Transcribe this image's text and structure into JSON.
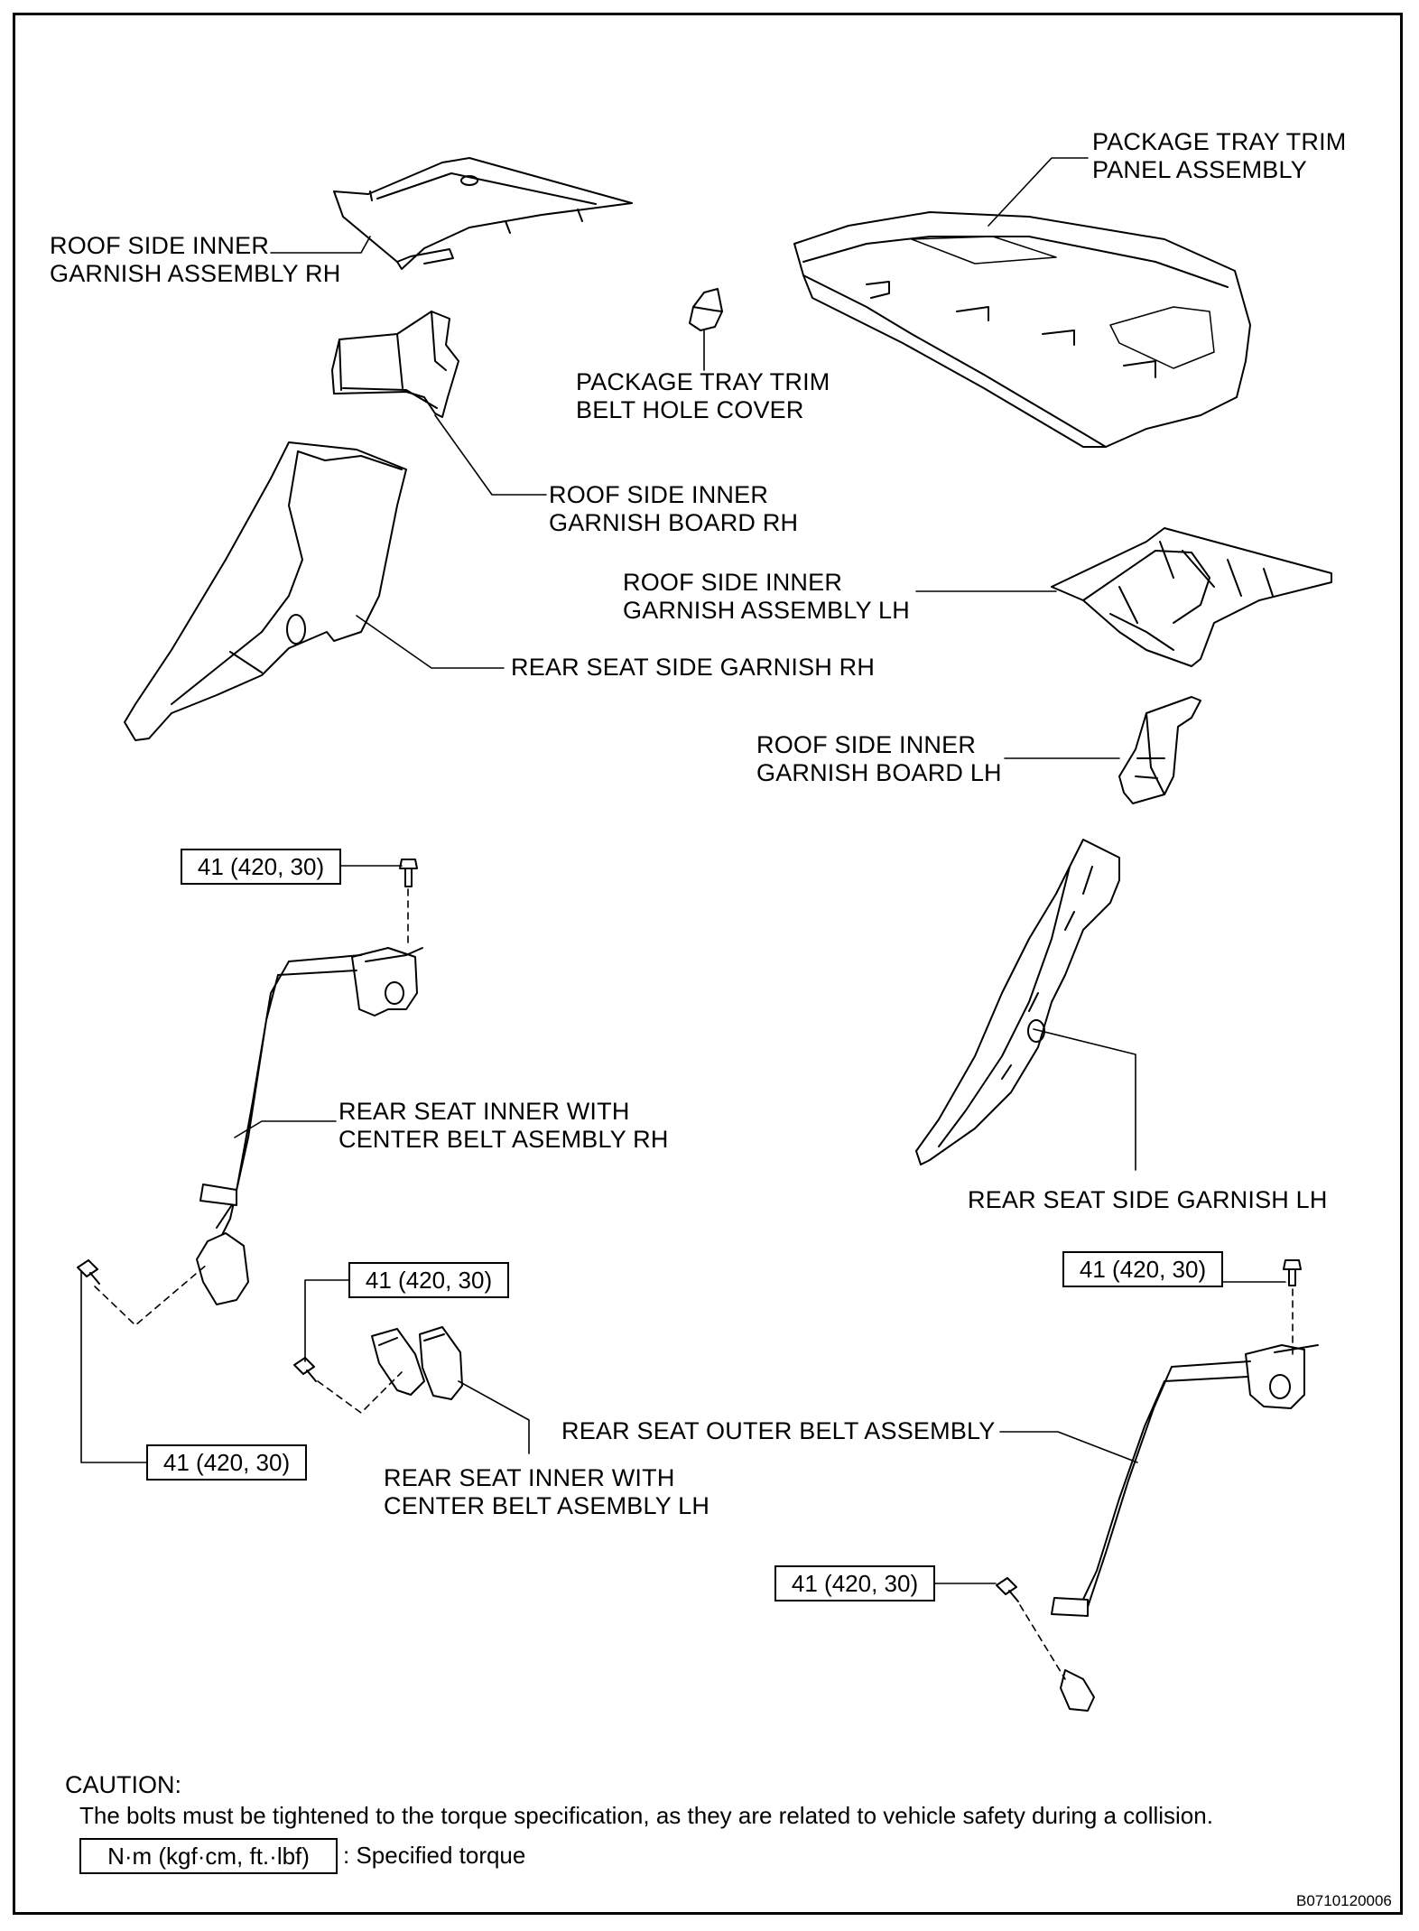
{
  "labels": {
    "package_tray_trim_panel_assembly": "PACKAGE TRAY TRIM\nPANEL ASSEMBLY",
    "roof_side_inner_garnish_assembly_rh": "ROOF SIDE INNER\nGARNISH ASSEMBLY RH",
    "package_tray_trim_belt_hole_cover": "PACKAGE TRAY TRIM\nBELT HOLE COVER",
    "roof_side_inner_garnish_board_rh": "ROOF SIDE INNER\nGARNISH BOARD RH",
    "roof_side_inner_garnish_assembly_lh": "ROOF SIDE INNER\nGARNISH ASSEMBLY LH",
    "rear_seat_side_garnish_rh": "REAR SEAT SIDE GARNISH RH",
    "roof_side_inner_garnish_board_lh": "ROOF SIDE INNER\nGARNISH BOARD LH",
    "rear_seat_inner_with_center_belt_rh": "REAR SEAT INNER WITH\nCENTER BELT ASEMBLY RH",
    "rear_seat_side_garnish_lh": "REAR SEAT SIDE GARNISH LH",
    "rear_seat_inner_with_center_belt_lh": "REAR SEAT INNER WITH\nCENTER BELT ASEMBLY LH",
    "rear_seat_outer_belt_assembly": "REAR SEAT OUTER BELT ASSEMBLY"
  },
  "torque": {
    "rh_upper": "41 (420, 30)",
    "center_lh": "41 (420, 30)",
    "rh_lower": "41 (420, 30)",
    "outer_upper": "41 (420, 30)",
    "outer_lower": "41 (420, 30)"
  },
  "caution": {
    "title": "CAUTION:",
    "text": "The bolts must be tightened to the torque specification, as they are related to vehicle safety during a collision."
  },
  "legend": {
    "unit": "N·m (kgf·cm, ft.·lbf)",
    "description": ": Specified torque"
  },
  "reference_code": "B0710120006"
}
